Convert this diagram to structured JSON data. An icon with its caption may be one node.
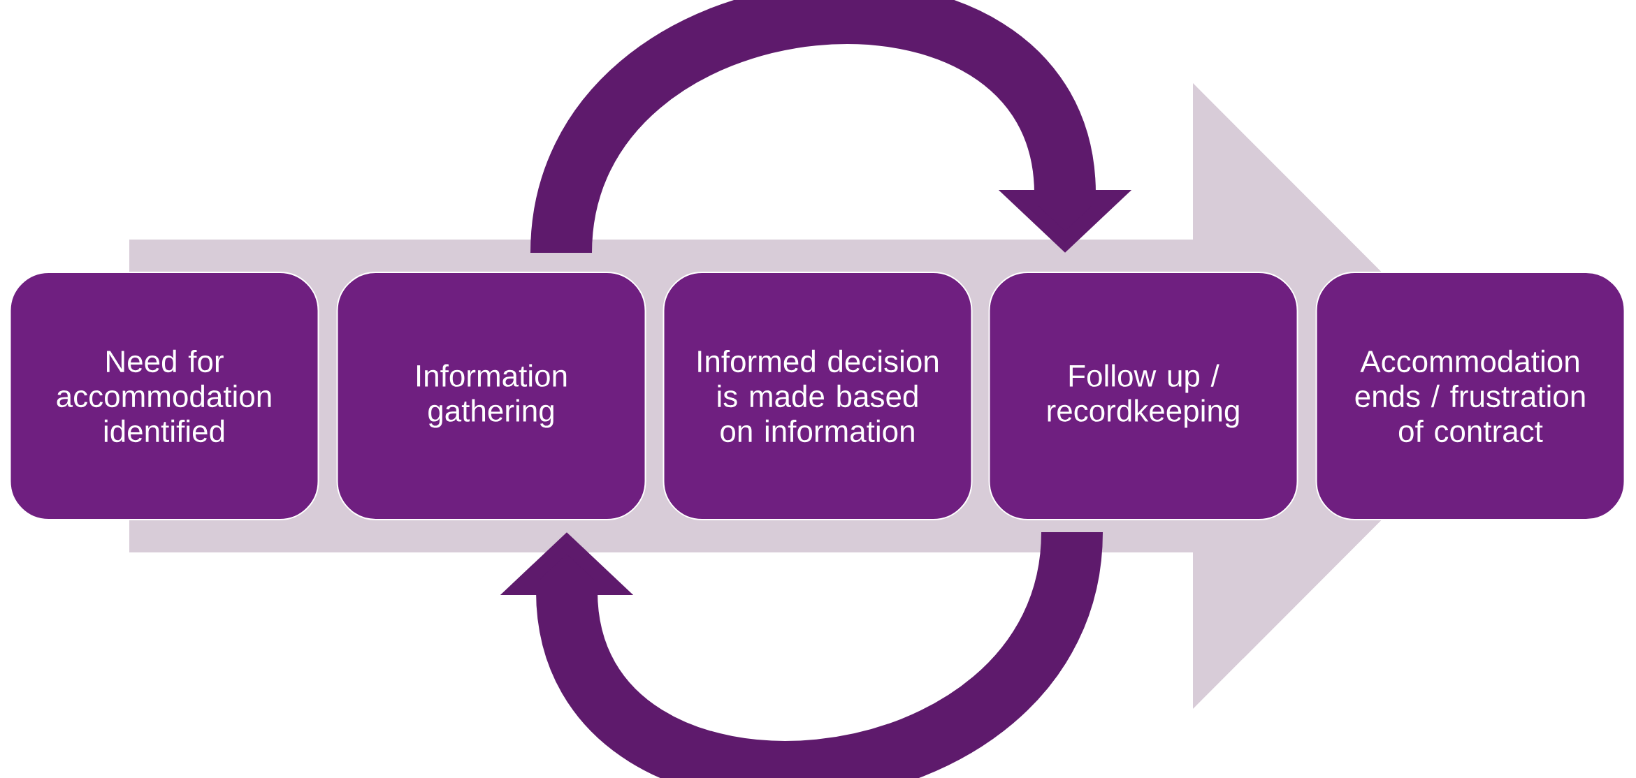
{
  "diagram": {
    "nodes": [
      {
        "text": [
          "Need for accommodation identified"
        ]
      },
      {
        "text": [
          "Information gathering"
        ]
      },
      {
        "text": [
          "Informed decision is made based on information"
        ]
      },
      {
        "text": [
          "Follow up / recordkeeping"
        ]
      },
      {
        "text": [
          "Accommodation ends / frustration of contract"
        ]
      }
    ],
    "edges": [
      {
        "from": 0,
        "to": 4,
        "arrow": "to",
        "style": "thick",
        "color": "#d8ccd8"
      },
      {
        "from": 1,
        "to": 3,
        "arrow": "to"
      },
      {
        "from": 3,
        "to": 1,
        "arrow": "to"
      }
    ]
  }
}
